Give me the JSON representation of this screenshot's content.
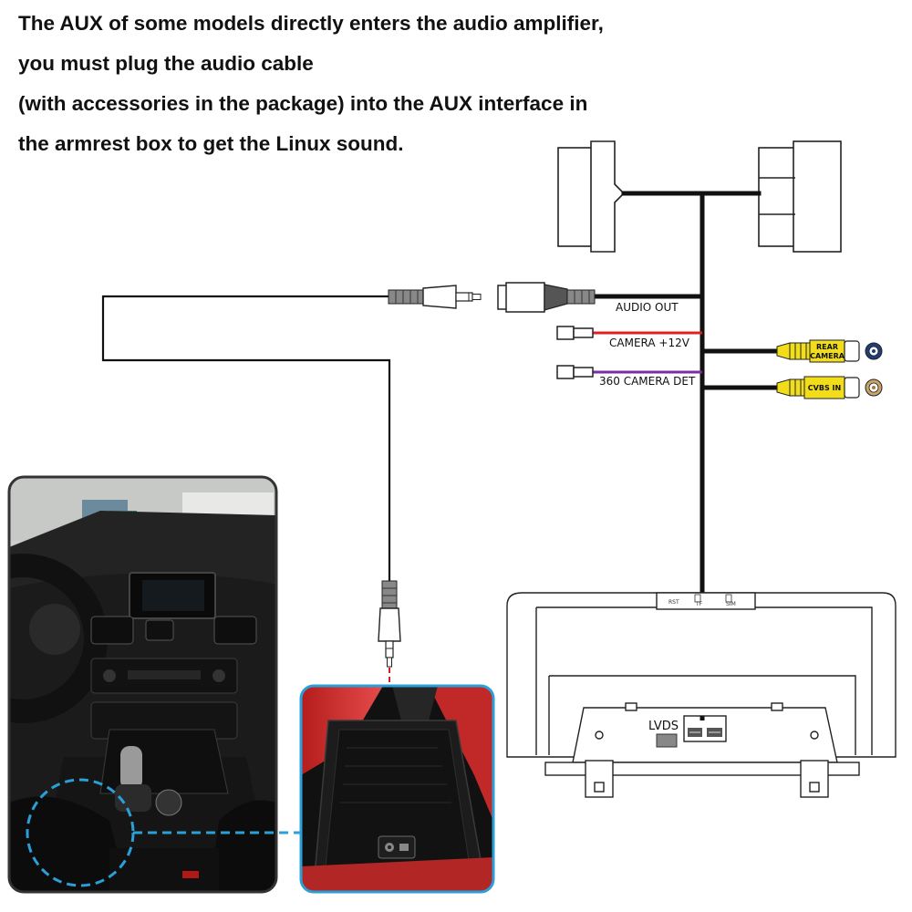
{
  "instructions": [
    "The AUX of some models directly enters the audio amplifier,",
    "you must plug the audio cable",
    "(with accessories in the package) into the AUX interface in",
    "the armrest box to get the Linux sound."
  ],
  "wire_labels": {
    "audio_out": "AUDIO OUT",
    "camera_12v": "CAMERA +12V",
    "camera_360_det": "360 CAMERA DET"
  },
  "rca_labels": {
    "rear_camera_line1": "REAR",
    "rear_camera_line2": "CAMERA",
    "cvbs_in": "CVBS IN"
  },
  "unit_labels": {
    "lvds": "LVDS",
    "rst": "RST",
    "tf": "TF",
    "sim": "SIM"
  },
  "colors": {
    "cable": "#111111",
    "camera_12v_wire": "#e02020",
    "camera_det_wire": "#7a2ea0",
    "rca_plug": "#f2dd1a",
    "callout": "#2a9fd8",
    "aux_guide": "#d62020"
  }
}
